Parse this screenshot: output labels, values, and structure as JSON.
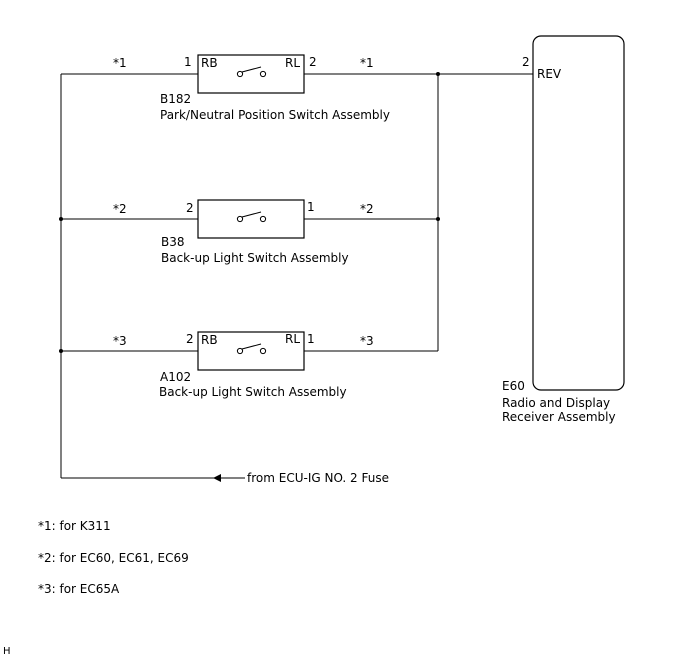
{
  "switches": [
    {
      "id": "B182",
      "name": "Park/Neutral Position Switch Assembly",
      "pin_left": "1",
      "pin_right": "2",
      "term_left": "RB",
      "term_right": "RL",
      "note_left": "*1",
      "note_right": "*1"
    },
    {
      "id": "B38",
      "name": "Back-up Light Switch Assembly",
      "pin_left": "2",
      "pin_right": "1",
      "term_left": "",
      "term_right": "",
      "note_left": "*2",
      "note_right": "*2"
    },
    {
      "id": "A102",
      "name": "Back-up Light Switch Assembly",
      "pin_left": "2",
      "pin_right": "1",
      "term_left": "RB",
      "term_right": "RL",
      "note_left": "*3",
      "note_right": "*3"
    }
  ],
  "receiver": {
    "id": "E60",
    "name_line1": "Radio and Display",
    "name_line2": "Receiver Assembly",
    "pin": "2",
    "terminal": "REV"
  },
  "source_label": "from ECU-IG NO. 2 Fuse",
  "notes": [
    "*1: for K311",
    "*2: for EC60, EC61, EC69",
    "*3: for EC65A"
  ],
  "corner_label": "H"
}
